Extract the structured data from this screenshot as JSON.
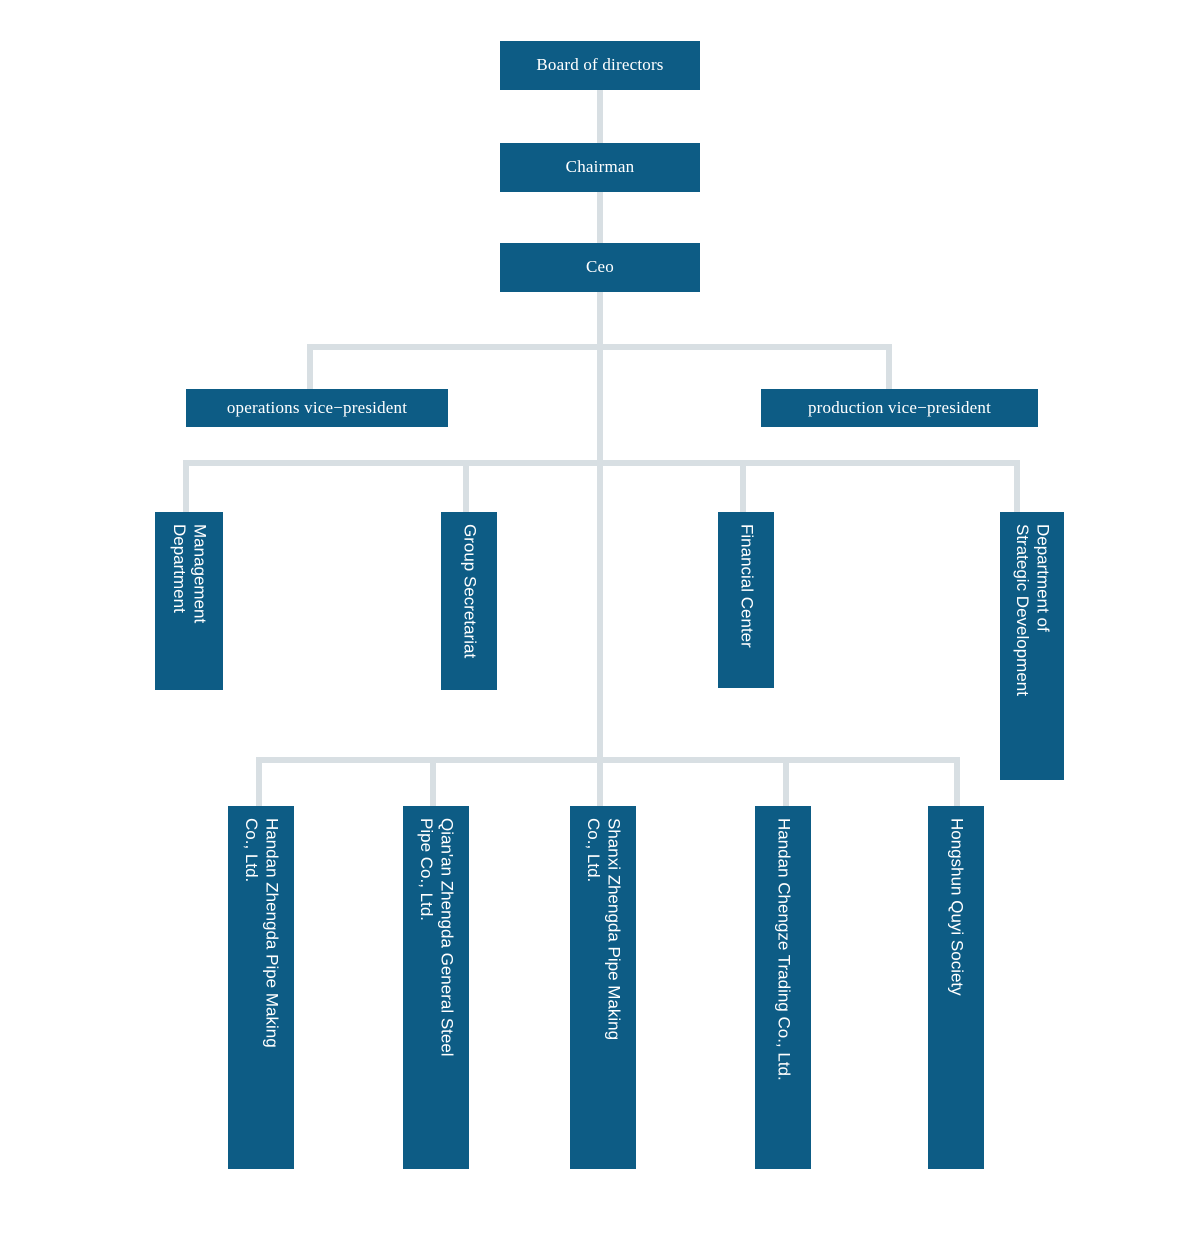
{
  "chart": {
    "type": "org-chart",
    "title": "",
    "accent_color": "#0d5c85",
    "connector_color": "#d8dfe3",
    "text_color": "#ffffff",
    "background_color": "#ffffff"
  },
  "nodes": {
    "board": {
      "label": "Board of directors",
      "level": 1
    },
    "chairman": {
      "label": "Chairman",
      "level": 2
    },
    "ceo": {
      "label": "Ceo",
      "level": 3
    },
    "ops_vp": {
      "label": "operations vice−president",
      "level": 4
    },
    "prod_vp": {
      "label": "production vice−president",
      "level": 4
    },
    "departments": [
      {
        "label": "Management\nDepartment",
        "level": 5
      },
      {
        "label": "Group Secretariat",
        "level": 5
      },
      {
        "label": "Financial Center",
        "level": 5
      },
      {
        "label": "Department of\nStrategic Development",
        "level": 5
      }
    ],
    "subsidiaries": [
      {
        "label": "Handan Zhengda Pipe Making\nCo., Ltd.",
        "level": 6
      },
      {
        "label": "Qian'an Zhengda General Steel\nPipe Co., Ltd.",
        "level": 6
      },
      {
        "label": "Shanxi Zhengda Pipe Making\nCo., Ltd.",
        "level": 6
      },
      {
        "label": "Handan Chengze Trading Co., Ltd.",
        "level": 6
      },
      {
        "label": "Hongshun Quyi Society",
        "level": 6
      }
    ]
  }
}
